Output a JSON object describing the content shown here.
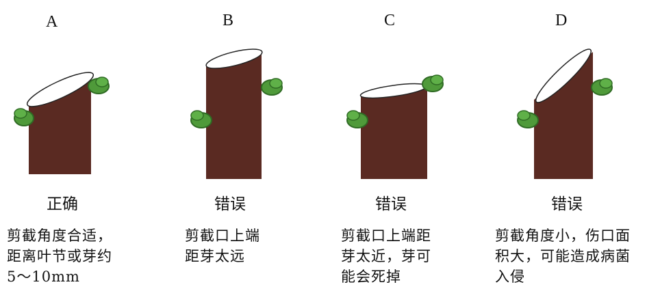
{
  "panels": [
    {
      "letter": "A",
      "verdict": "正确",
      "desc": [
        "剪截角度合适，",
        "距离叶节或芽约",
        "5～10mm"
      ]
    },
    {
      "letter": "B",
      "verdict": "错误",
      "desc": [
        "剪截口上端",
        "距芽太远"
      ]
    },
    {
      "letter": "C",
      "verdict": "错误",
      "desc": [
        "剪截口上端距",
        "芽太近，芽可",
        "能会死掉"
      ]
    },
    {
      "letter": "D",
      "verdict": "错误",
      "desc": [
        "剪截角度小，伤口面",
        "积大，可能造成病菌",
        "入侵"
      ]
    }
  ],
  "colors": {
    "stem": "#5a2a22",
    "bud": "#4f9a3a",
    "bud_dark": "#2f6b24",
    "cut": "#ffffff"
  }
}
